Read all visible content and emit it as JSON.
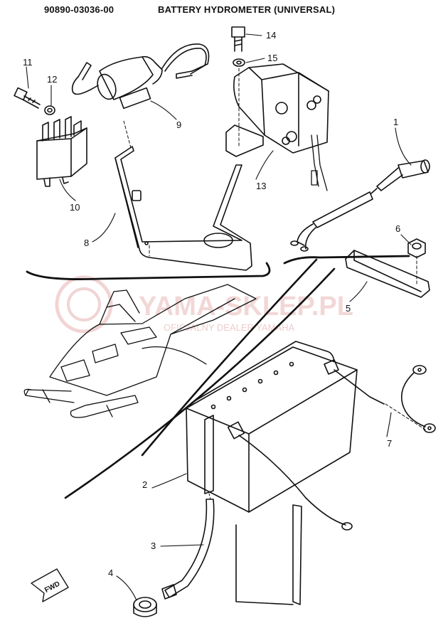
{
  "header": {
    "part_number": "90890-03036-00",
    "title": "BATTERY HYDROMETER (UNIVERSAL)"
  },
  "watermark": {
    "brand": "YAMA-SKLEP.PL",
    "tagline": "OFICJALNY DEALER YAMAHA",
    "color": "#e8b7b7"
  },
  "callouts": [
    "1",
    "2",
    "3",
    "4",
    "5",
    "6",
    "7",
    "8",
    "9",
    "10",
    "11",
    "12",
    "13",
    "14",
    "15"
  ],
  "badge": {
    "fwd": "FWD"
  }
}
